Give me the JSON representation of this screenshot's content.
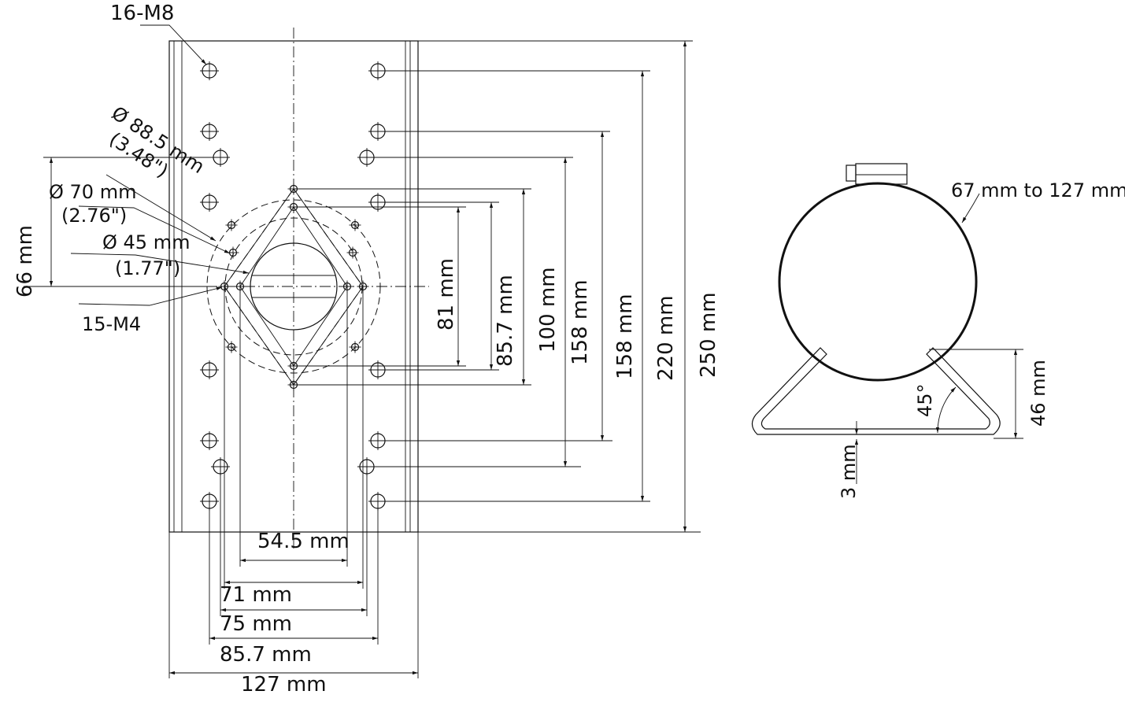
{
  "labels": {
    "m8_holes": "16-M8",
    "dia_88": "Ø 88.5 mm",
    "dia_88_in": "(3.48\")",
    "dia_70": "Ø 70 mm",
    "dia_70_in": "(2.76\")",
    "dia_45": "Ø 45 mm",
    "dia_45_in": "(1.77\")",
    "m4_holes": "15-M4",
    "h66": "66 mm",
    "v81": "81 mm",
    "v85": "85.7 mm",
    "v100": "100 mm",
    "v158a": "158 mm",
    "v158b": "158 mm",
    "v220": "220 mm",
    "v250": "250 mm",
    "w54": "54.5 mm",
    "w71": "71 mm",
    "w75": "75 mm",
    "w85": "85.7 mm",
    "w127": "127 mm",
    "pole_range": "67 mm to 127 mm",
    "angle": "45°",
    "h46": "46 mm",
    "t3": "3 mm"
  }
}
